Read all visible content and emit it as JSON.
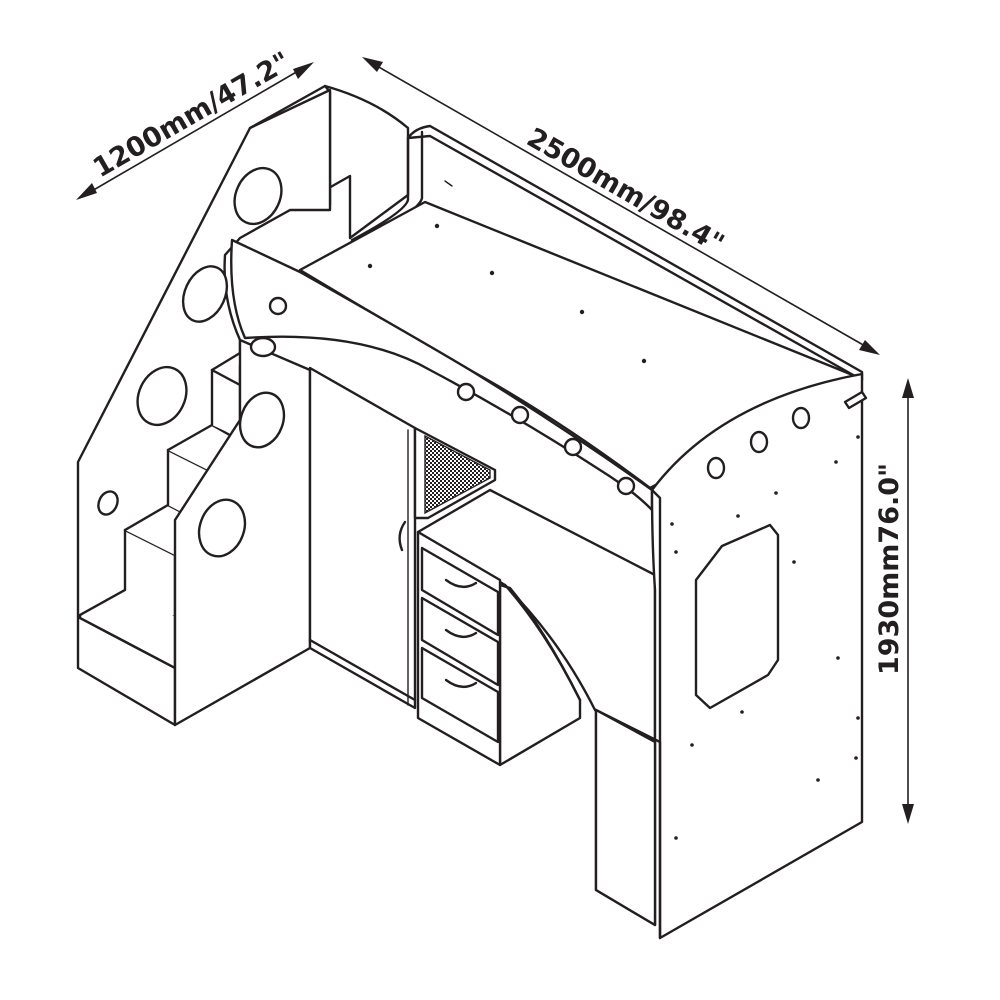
{
  "dimensions": {
    "width_label": "1200mm/47.2\"",
    "length_label": "2500mm/98.4\"",
    "height_label": "1930mm76.0\""
  },
  "colors": {
    "line": "#231f20",
    "background": "#ffffff",
    "mesh": "#6d6e71"
  }
}
